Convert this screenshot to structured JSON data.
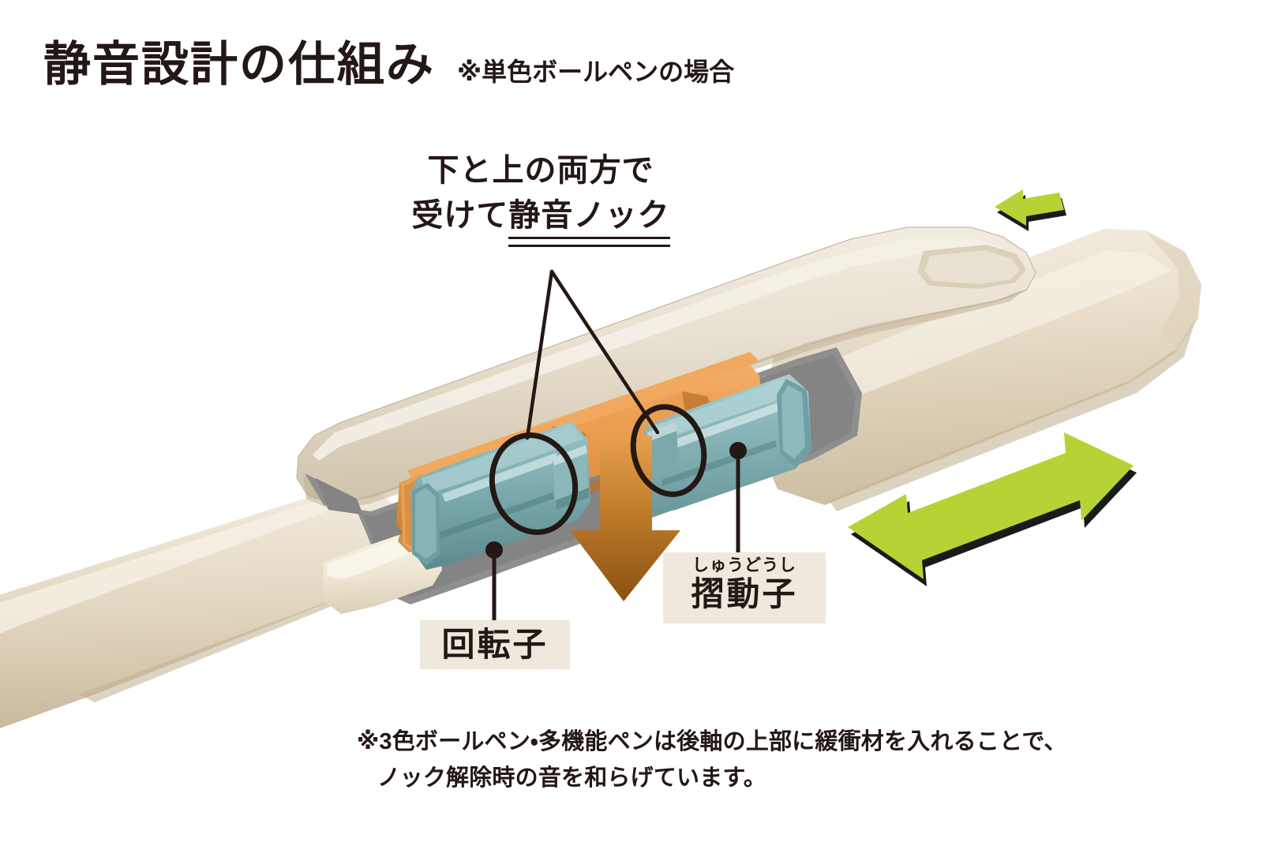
{
  "page": {
    "background_color": "#ffffff",
    "text_color": "#231815"
  },
  "header": {
    "title": "静音設計の仕組み",
    "subtitle": "※単色ボールペンの場合"
  },
  "callout": {
    "line1": "下と上の両方で",
    "line2_prefix": "受けて",
    "line2_emphasis": "静音ノック",
    "underline_style": "double"
  },
  "labels": {
    "rotor": {
      "text": "回転子",
      "box_color": "#efe8dc",
      "text_color": "#231815"
    },
    "slider": {
      "furigana": "しゅうどうし",
      "text": "摺動子",
      "box_color": "#efe8dc",
      "text_color": "#231815"
    }
  },
  "footnote": {
    "line1": "※3色ボールペン・多機能ペンは後軸の上部に緩衝材を入れることで、",
    "line2": "ノック解除時の音を和らげています。"
  },
  "diagram": {
    "subject": "ballpoint-pen-cutaway",
    "barrel_color": "#e4dac6",
    "barrel_highlight_color": "#f5efe2",
    "barrel_shadow_color": "#cfc2a8",
    "inner_shadow_color": "#8d8d8d",
    "rotor_color": "#e89a4c",
    "rotor_shadow_color": "#c97f35",
    "slider_color": "#79a8ab",
    "slider_highlight_color": "#a8ccce",
    "slider_shadow_color": "#5f8d90",
    "refill_color": "#f0ead9",
    "annotation_line_color": "#231815",
    "highlight_circle_color": "#231815"
  },
  "arrows": {
    "knock_direction": {
      "name": "knock-push-arrow",
      "color": "#b5d334",
      "edge_color": "#1a1a1a",
      "direction": "left"
    },
    "slide_range": {
      "name": "slide-range-arrow",
      "color": "#b5d334",
      "edge_color": "#1a1a1a",
      "direction": "double-headed"
    },
    "force_transfer": {
      "name": "force-transfer-arrow",
      "color_top": "#e89a4c",
      "color_bottom": "#8a5111",
      "direction": "down"
    }
  }
}
